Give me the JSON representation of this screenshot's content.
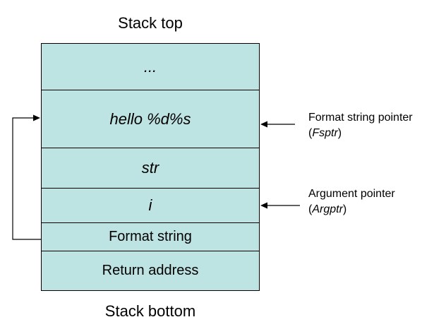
{
  "diagram": {
    "top_label": "Stack top",
    "bottom_label": "Stack bottom",
    "cells": [
      {
        "text": "...",
        "italic": true
      },
      {
        "text": "hello %d%s",
        "italic": true
      },
      {
        "text": "str",
        "italic": true
      },
      {
        "text": "i",
        "italic": true
      },
      {
        "text": "Format string",
        "italic": false
      },
      {
        "text": "Return address",
        "italic": false
      }
    ],
    "pointers": {
      "format": {
        "label": "Format string pointer",
        "abbr_open": "(",
        "abbr": "Fsptr",
        "abbr_close": ")"
      },
      "argument": {
        "label": "Argument pointer",
        "abbr_open": "(",
        "abbr": "Argptr",
        "abbr_close": ")"
      }
    },
    "colors": {
      "cell_fill": "#bde3e3",
      "line": "#000000"
    }
  }
}
